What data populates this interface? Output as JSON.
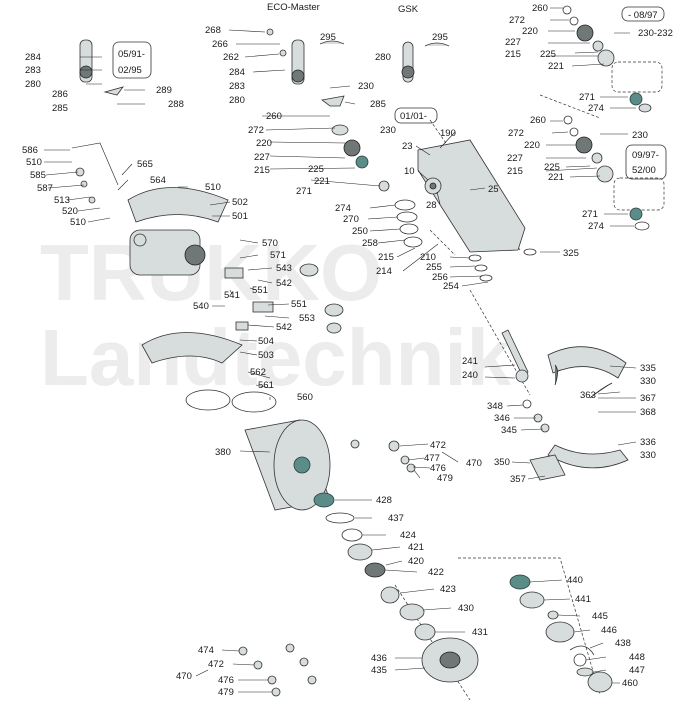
{
  "headers": {
    "eco_master": "ECO-Master",
    "gsk": "GSK"
  },
  "boxes": {
    "b1": [
      "05/91-",
      "02/95"
    ],
    "b2": [
      "01/01-"
    ],
    "b3": [
      "- 08/97"
    ],
    "b4": [
      "09/97-",
      "52/00"
    ]
  },
  "watermark": [
    "TRÜKKO",
    "Landtechnik"
  ],
  "labels": {
    "l268": "268",
    "l266": "266",
    "l262": "262",
    "l295a": "295",
    "l284a": "284",
    "l283a": "283",
    "l280a": "280",
    "l284b": "284",
    "l283b": "283",
    "l280b": "280",
    "l286": "286",
    "l285a": "285",
    "l289": "289",
    "l288": "288",
    "l295b": "295",
    "l280c": "280",
    "l230a": "230",
    "l285b": "285",
    "l260a": "260",
    "l272a": "272",
    "l220a": "220",
    "l227a": "227",
    "l215a": "215",
    "l225a": "225",
    "l221a": "221",
    "l230_232": "230-232",
    "l271a": "271",
    "l274a": "274",
    "l260b": "260",
    "l230b": "230",
    "l272b": "272",
    "l220b": "220",
    "l227b": "227",
    "l215b": "215",
    "l225b": "225",
    "l221b": "221",
    "l271b": "271",
    "l260c": "260",
    "l272c": "272",
    "l220c": "220",
    "l227c": "227",
    "l225c": "225",
    "l215c": "215",
    "l221c": "221",
    "l230c": "230",
    "l271c": "271",
    "l274c": "274",
    "l190": "190",
    "l23": "23",
    "l10": "10",
    "l28": "28",
    "l25": "25",
    "l274b": "274",
    "l270": "270",
    "l250": "250",
    "l258": "258",
    "l215d": "215",
    "l214": "214",
    "l210": "210",
    "l255": "255",
    "l256": "256",
    "l254": "254",
    "l325": "325",
    "l586": "586",
    "l510a": "510",
    "l585": "585",
    "l587": "587",
    "l513": "513",
    "l520": "520",
    "l510b": "510",
    "l565": "565",
    "l564": "564",
    "l510c": "510",
    "l502": "502",
    "l501": "501",
    "l570": "570",
    "l571": "571",
    "l543": "543",
    "l542a": "542",
    "l541": "541",
    "l551a": "551",
    "l540": "540",
    "l551b": "551",
    "l553": "553",
    "l542b": "542",
    "l504": "504",
    "l503": "503",
    "l562": "562",
    "l561": "561",
    "l560": "560",
    "l241": "241",
    "l240": "240",
    "l335": "335",
    "l330a": "330",
    "l363": "363",
    "l367": "367",
    "l368": "368",
    "l348": "348",
    "l346": "346",
    "l345": "345",
    "l336": "336",
    "l330b": "330",
    "l350": "350",
    "l357": "357",
    "l380": "380",
    "l472a": "472",
    "l477": "477",
    "l476a": "476",
    "l479a": "479",
    "l470a": "470",
    "l428": "428",
    "l437": "437",
    "l424": "424",
    "l421": "421",
    "l420": "420",
    "l422": "422",
    "l423": "423",
    "l430": "430",
    "l431": "431",
    "l436": "436",
    "l435": "435",
    "l440": "440",
    "l441": "441",
    "l445": "445",
    "l446": "446",
    "l438": "438",
    "l448": "448",
    "l447": "447",
    "l460": "460",
    "l474": "474",
    "l472b": "472",
    "l470b": "470",
    "l476b": "476",
    "l479b": "479"
  }
}
